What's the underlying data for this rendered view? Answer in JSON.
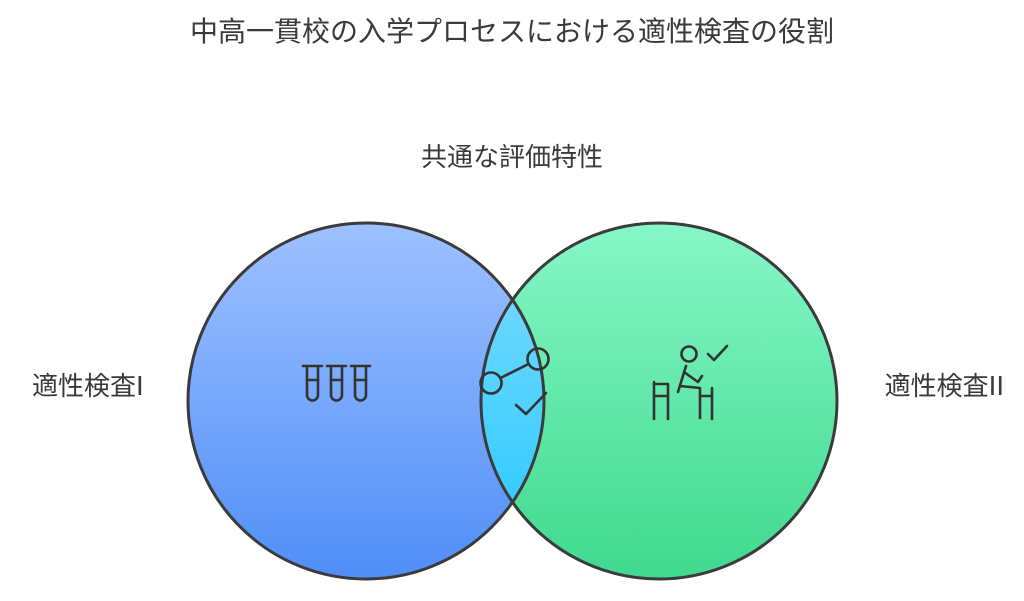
{
  "title": "中高一貫校の入学プロセスにおける適性検査の役割",
  "overlap": {
    "label": "共通な評価特性",
    "icon": "share-check-icon"
  },
  "left": {
    "label": "適性検査I",
    "icon": "test-tubes-icon",
    "color_top": "#9ec1ff",
    "color_bottom": "#4f8ef7"
  },
  "right": {
    "label": "適性検査II",
    "icon": "person-at-desk-check-icon",
    "color_top": "#86f7c6",
    "color_bottom": "#3fd98e"
  },
  "intersection_colors": {
    "top": "#7fdcff",
    "bottom": "#22c7ff"
  }
}
